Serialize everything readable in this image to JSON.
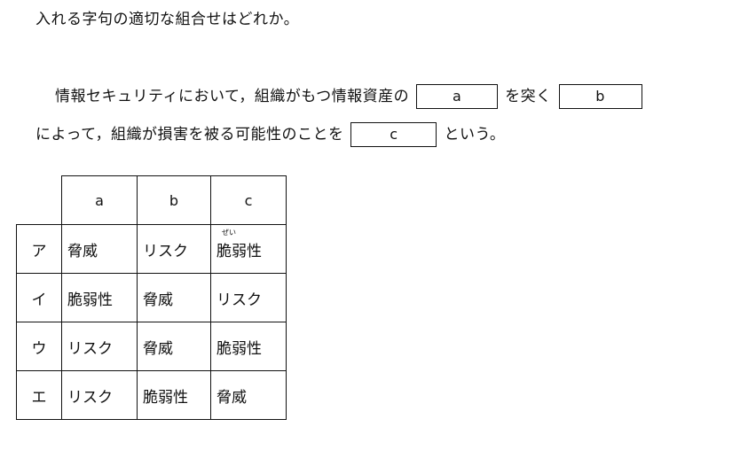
{
  "question": {
    "intro": "入れる字句の適切な組合せはどれか。",
    "p1_before": "情報セキュリティにおいて，組織がもつ情報資産の",
    "blank_a": "a",
    "p1_middle": "を突く",
    "blank_b": "b",
    "p2_before": "によって，組織が損害を被る可能性のことを",
    "blank_c": "c",
    "p2_after": "という。"
  },
  "table": {
    "headers": [
      "a",
      "b",
      "c"
    ],
    "rows": [
      {
        "label": "ア",
        "a": "脅威",
        "b": "リスク",
        "c": "脆弱性",
        "c_ruby": "ぜい"
      },
      {
        "label": "イ",
        "a": "脆弱性",
        "b": "脅威",
        "c": "リスク"
      },
      {
        "label": "ウ",
        "a": "リスク",
        "b": "脅威",
        "c": "脆弱性"
      },
      {
        "label": "エ",
        "a": "リスク",
        "b": "脆弱性",
        "c": "脅威"
      }
    ]
  }
}
